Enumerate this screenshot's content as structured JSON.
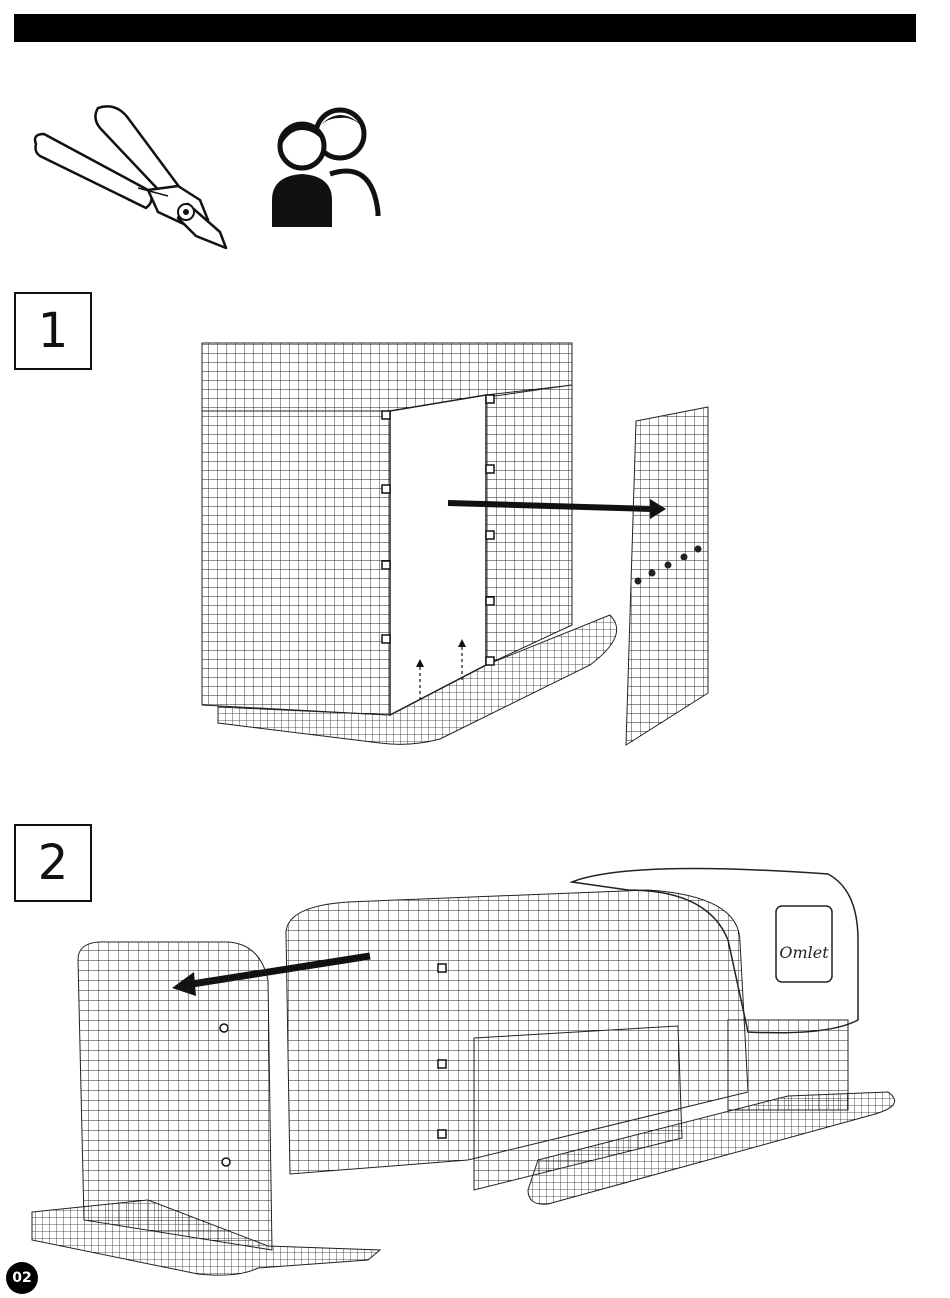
{
  "header": {
    "bar_color": "#000000"
  },
  "tools": {
    "cutter_icon": "side-cutters-icon",
    "people_icon": "two-person-icon"
  },
  "steps": [
    {
      "number": "1"
    },
    {
      "number": "2"
    }
  ],
  "step2": {
    "brand_logo_text": "Omlet"
  },
  "footer": {
    "page_number": "02"
  }
}
